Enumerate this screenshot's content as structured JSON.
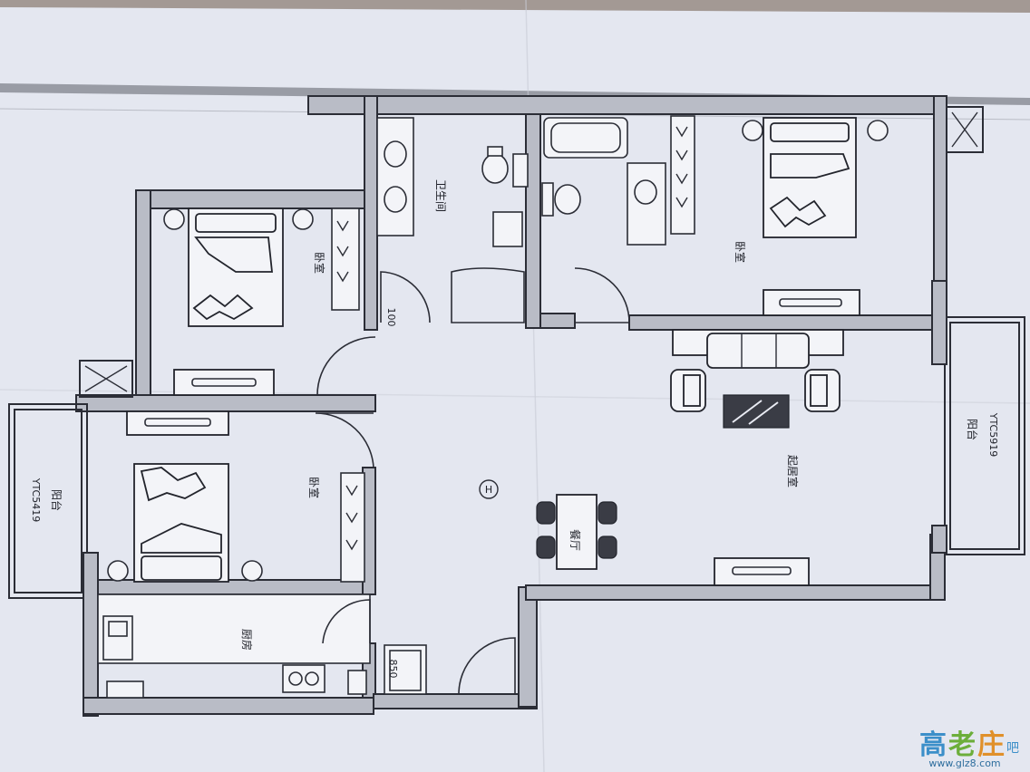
{
  "rooms": {
    "bathroom": "卫生间",
    "bedroom_top_left": "卧室",
    "bedroom_top_right": "卧室",
    "bedroom_bottom_left": "卧室",
    "living_room": "起居室",
    "dining": "餐厅",
    "kitchen": "厨房"
  },
  "balconies": {
    "left_label": "阳台",
    "left_code": "YTC5419",
    "right_label": "阳台",
    "right_code": "YTC5919"
  },
  "marks": {
    "hall_symbol": "H",
    "dim_100": "100",
    "dim_850": "850"
  },
  "watermark": {
    "chars": [
      "高",
      "老",
      "庄"
    ],
    "suffix": "吧",
    "url": "www.glz8.com",
    "colors": [
      "#3c8fc9",
      "#6cae3a",
      "#e0902a"
    ]
  }
}
